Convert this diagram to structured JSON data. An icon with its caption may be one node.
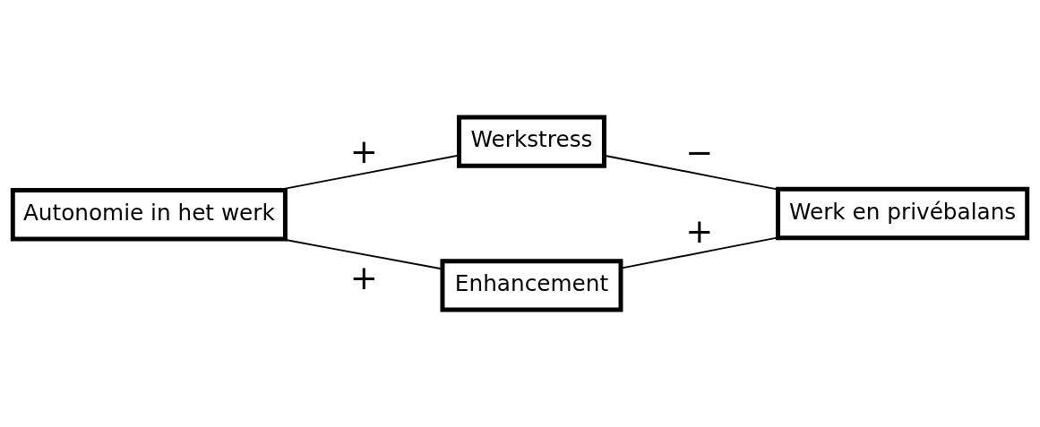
{
  "diagram": {
    "nodes": [
      {
        "text": [
          "Werkstress"
        ]
      },
      {
        "text": [
          "Autonomie in het werk"
        ]
      },
      {
        "text": [
          "Werk en privébalans"
        ]
      },
      {
        "text": [
          "Enhancement"
        ]
      }
    ],
    "edges": [
      {
        "from": 1,
        "to": 0,
        "arrow": "none",
        "label": "+"
      },
      {
        "from": 0,
        "to": 2,
        "arrow": "none",
        "label": "−"
      },
      {
        "from": 1,
        "to": 3,
        "arrow": "none",
        "label": "+"
      },
      {
        "from": 3,
        "to": 2,
        "arrow": "none",
        "label": "+"
      }
    ]
  }
}
